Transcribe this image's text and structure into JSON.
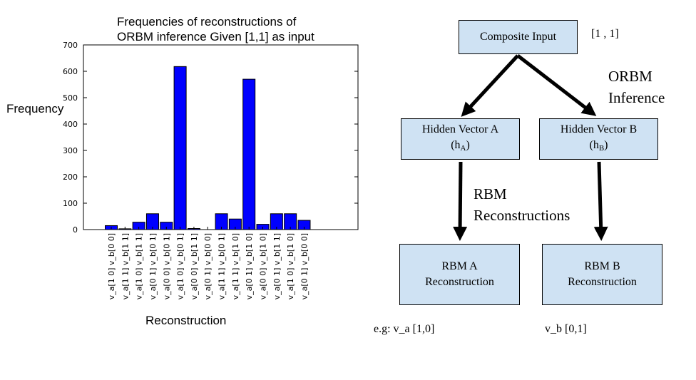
{
  "chart_data": {
    "type": "bar",
    "title_lines": [
      "Frequencies of reconstructions of",
      "ORBM inference Given [1,1] as input"
    ],
    "xlabel": "Reconstruction",
    "ylabel": "Frequency",
    "ylim": [
      0,
      700
    ],
    "yticks": [
      0,
      100,
      200,
      300,
      400,
      500,
      600,
      700
    ],
    "bar_color": "#0000ff",
    "categories": [
      "v_a[1 0] v_b[0 0]",
      "v_a[1 1] v_b[1 1]",
      "v_a[1 0] v_b[1 1]",
      "v_a[0 1] v_b[0 1]",
      "v_a[0 0] v_b[0 1]",
      "v_a[1 0] v_b[0 1]",
      "v_a[0 0] v_b[1 1]",
      "v_a[0 1] v_b[0 0]",
      "v_a[1 1] v_b[0 1]",
      "v_a[1 1] v_b[1 0]",
      "v_a[0 1] v_b[1 0]",
      "v_a[0 0] v_b[1 0]",
      "v_a[0 1] v_b[1 1]",
      "v_a[1 0] v_b[1 0]",
      "v_a[0 1] v_b[0 0]"
    ],
    "values": [
      15,
      3,
      28,
      60,
      28,
      618,
      4,
      0,
      60,
      40,
      570,
      20,
      60,
      60,
      35
    ]
  },
  "diagram": {
    "composite_input": "Composite Input",
    "input_value": "[1 , 1]",
    "orbm_inference": [
      "ORBM",
      "Inference"
    ],
    "hidden_a": {
      "line1": "Hidden Vector A",
      "pre": "(h",
      "sub": "A",
      "post": ")"
    },
    "hidden_b": {
      "line1": "Hidden Vector B",
      "pre": "(h",
      "sub": "B",
      "post": ")"
    },
    "rbm_reconstructions": [
      "RBM",
      "Reconstructions"
    ],
    "rbm_a": [
      "RBM A",
      "Reconstruction"
    ],
    "rbm_b": [
      "RBM B",
      "Reconstruction"
    ],
    "example_a": "e.g:  v_a [1,0]",
    "example_b": "v_b [0,1]"
  }
}
